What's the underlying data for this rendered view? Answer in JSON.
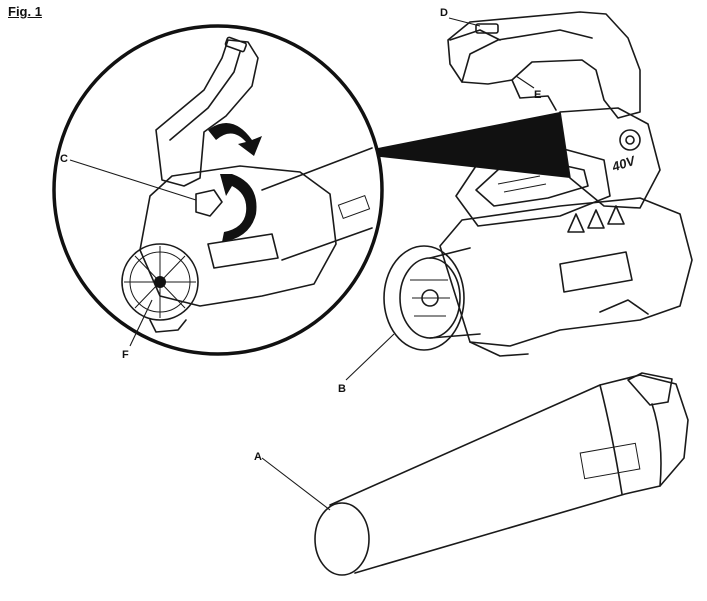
{
  "figure": {
    "title": "Fig. 1"
  },
  "callouts": [
    {
      "id": "A",
      "label": "A"
    },
    {
      "id": "B",
      "label": "B"
    },
    {
      "id": "C",
      "label": "C"
    },
    {
      "id": "D",
      "label": "D"
    },
    {
      "id": "E",
      "label": "E"
    },
    {
      "id": "F",
      "label": "F"
    }
  ],
  "badge": {
    "voltage": "40V"
  },
  "colors": {
    "line": "#1a1a1a",
    "fill": "#ffffff",
    "shade": "#d9d9d9",
    "dark": "#111111"
  }
}
